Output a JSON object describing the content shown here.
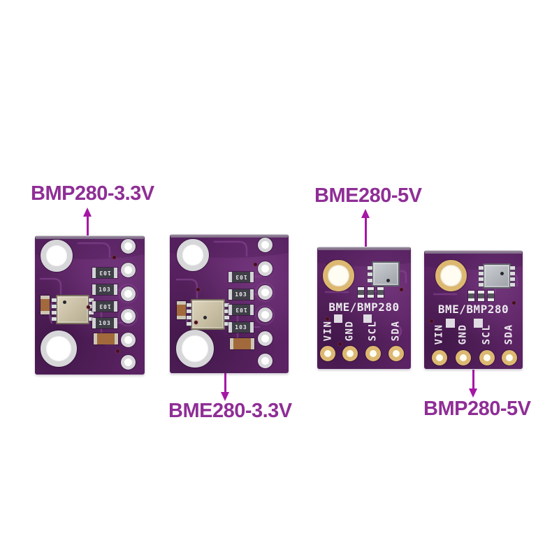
{
  "annotations": {
    "items": [
      {
        "text": "BMP280-3.3V"
      },
      {
        "text": "BME280-5V"
      },
      {
        "text": "BME280-3.3V"
      },
      {
        "text": "BMP280-5V"
      }
    ]
  },
  "boards": {
    "bmp280_3v3": {
      "resistor_marking": "103"
    },
    "bme280_3v3": {
      "resistor_marking": "103"
    },
    "bme280_5v": {
      "silkscreen": "BME/BMP280",
      "pin_labels": [
        "VIN",
        "GND",
        "SCL",
        "SDA"
      ]
    },
    "bmp280_5v": {
      "silkscreen": "BME/BMP280",
      "pin_labels": [
        "VIN",
        "GND",
        "SCL",
        "SDA"
      ]
    }
  },
  "palette": {
    "annotation_text": "#8f2e96",
    "annotation_arrow": "#a517a5",
    "pcb_purple": "#5b2363",
    "pcb_trace": "#82428c",
    "pad_silver": "#d7d7da",
    "pad_gold": "#ddb871",
    "sensor_tan": "#c9c0aa",
    "sensor_silver": "#b9bcc2",
    "silkscreen_white": "#ece9ee"
  }
}
